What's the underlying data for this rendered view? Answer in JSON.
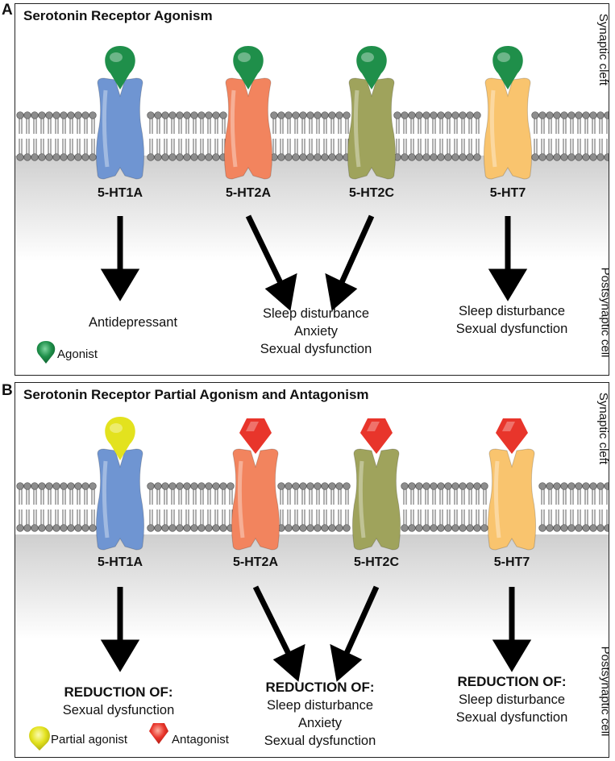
{
  "panel_a": {
    "letter": "A",
    "title": "Serotonin Receptor Agonism",
    "top_side_label": "Synaptic cleft",
    "bottom_side_label": "Postsynaptic cell",
    "receptors": [
      "5-HT1A",
      "5-HT2A",
      "5-HT2C",
      "5-HT7"
    ],
    "outcomes": {
      "ht1a": [
        "Antidepressant"
      ],
      "ht2": [
        "Sleep disturbance",
        "Anxiety",
        "Sexual dysfunction"
      ],
      "ht7": [
        "Sleep disturbance",
        "Sexual dysfunction"
      ]
    },
    "legend": {
      "agonist": "Agonist"
    }
  },
  "panel_b": {
    "letter": "B",
    "title": "Serotonin Receptor Partial Agonism and Antagonism",
    "top_side_label": "Synaptic cleft",
    "bottom_side_label": "Postsynaptic cell",
    "receptors": [
      "5-HT1A",
      "5-HT2A",
      "5-HT2C",
      "5-HT7"
    ],
    "reduction_label": "REDUCTION OF:",
    "outcomes": {
      "ht1a": [
        "Sexual dysfunction"
      ],
      "ht2": [
        "Sleep disturbance",
        "Anxiety",
        "Sexual dysfunction"
      ],
      "ht7": [
        "Sleep disturbance",
        "Sexual dysfunction"
      ]
    },
    "legend": {
      "partial_agonist": "Partial agonist",
      "antagonist": "Antagonist"
    }
  },
  "colors": {
    "ht1a": "#6f95d2",
    "ht2a": "#f2845e",
    "ht2c": "#9fa35c",
    "ht7": "#f9c46e",
    "agonist": "#1f8f4a",
    "partial_agonist": "#e3e21e",
    "antagonist": "#e8352b",
    "lipid_head": "#8a8a8a"
  }
}
